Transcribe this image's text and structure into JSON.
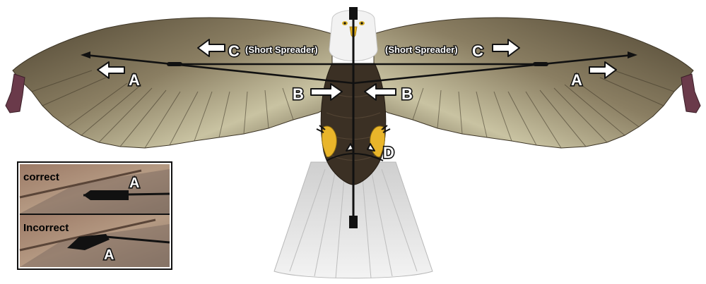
{
  "labels": {
    "a": "A",
    "b": "B",
    "c": "C",
    "d": "D",
    "short_spreader": "(Short Spreader)"
  },
  "inset": {
    "correct": "correct",
    "incorrect": "Incorrect"
  },
  "colors": {
    "wing_dark": "#5a4f3a",
    "wing_mid": "#8a7e62",
    "wing_light": "#c9c3a2",
    "body_dark": "#3b3024",
    "tail": "#e6e6e6",
    "talon": "#e9b52a",
    "wing_tip": "#6a3a4a",
    "rod": "#111111"
  }
}
